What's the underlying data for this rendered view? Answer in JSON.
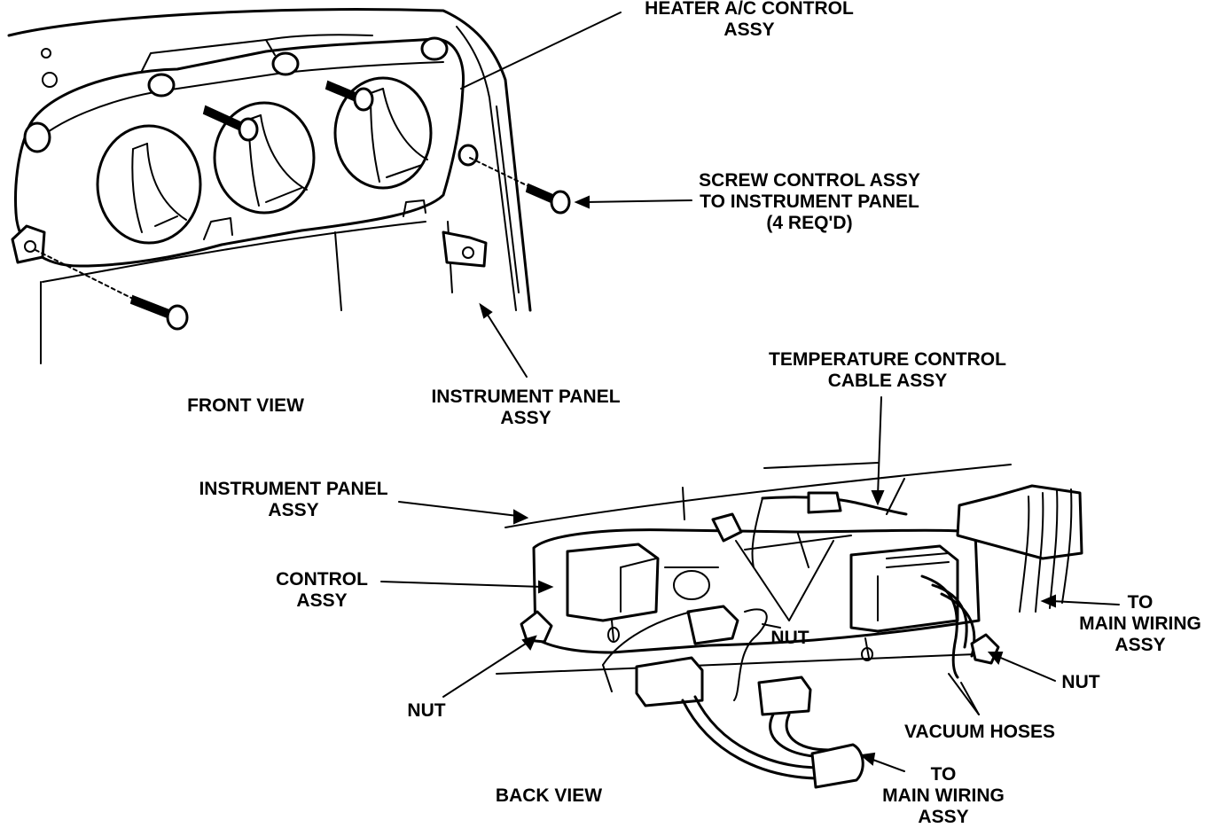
{
  "labels": {
    "heater_control": [
      "HEATER A/C CONTROL",
      "ASSY"
    ],
    "screw_control": [
      "SCREW CONTROL ASSY",
      "TO INSTRUMENT PANEL",
      "(4 REQ'D)"
    ],
    "front_view": "FRONT VIEW",
    "instrument_panel_front": [
      "INSTRUMENT PANEL",
      "ASSY"
    ],
    "temperature_cable": [
      "TEMPERATURE CONTROL",
      "CABLE ASSY"
    ],
    "instrument_panel_back": [
      "INSTRUMENT PANEL",
      "ASSY"
    ],
    "control_assy": [
      "CONTROL",
      "ASSY"
    ],
    "nut_center": "NUT",
    "to_main_wiring_right": [
      "TO",
      "MAIN WIRING",
      "ASSY"
    ],
    "nut_right": "NUT",
    "nut_left": "NUT",
    "vacuum_hoses": "VACUUM HOSES",
    "to_main_wiring_bottom": [
      "TO",
      "MAIN WIRING",
      "ASSY"
    ],
    "back_view": "BACK VIEW"
  },
  "colors": {
    "ink": "#000000",
    "paper": "#ffffff"
  }
}
